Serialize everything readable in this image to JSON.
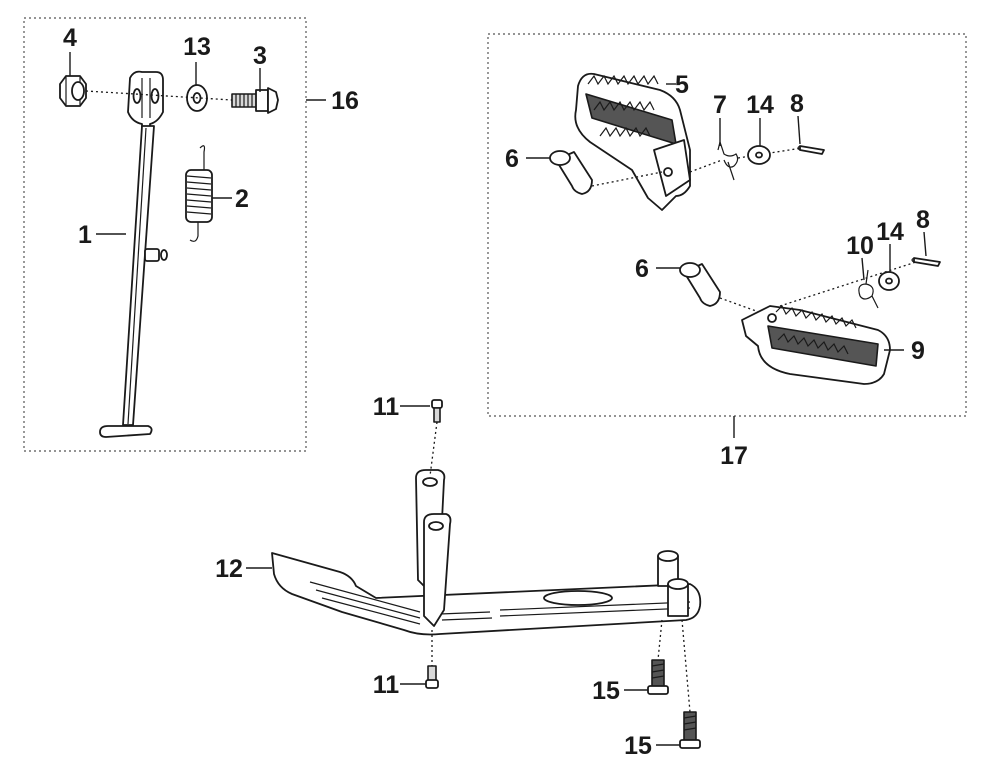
{
  "diagram": {
    "callouts": [
      {
        "id": "c4",
        "text": "4"
      },
      {
        "id": "c13",
        "text": "13"
      },
      {
        "id": "c3",
        "text": "3"
      },
      {
        "id": "c16",
        "text": "16"
      },
      {
        "id": "c2",
        "text": "2"
      },
      {
        "id": "c1",
        "text": "1"
      },
      {
        "id": "c5",
        "text": "5"
      },
      {
        "id": "c7",
        "text": "7"
      },
      {
        "id": "c14a",
        "text": "14"
      },
      {
        "id": "c8a",
        "text": "8"
      },
      {
        "id": "c6a",
        "text": "6"
      },
      {
        "id": "c6b",
        "text": "6"
      },
      {
        "id": "c10",
        "text": "10"
      },
      {
        "id": "c14b",
        "text": "14"
      },
      {
        "id": "c8b",
        "text": "8"
      },
      {
        "id": "c9",
        "text": "9"
      },
      {
        "id": "c17",
        "text": "17"
      },
      {
        "id": "c11a",
        "text": "11"
      },
      {
        "id": "c12",
        "text": "12"
      },
      {
        "id": "c11b",
        "text": "11"
      },
      {
        "id": "c15a",
        "text": "15"
      },
      {
        "id": "c15b",
        "text": "15"
      }
    ]
  }
}
